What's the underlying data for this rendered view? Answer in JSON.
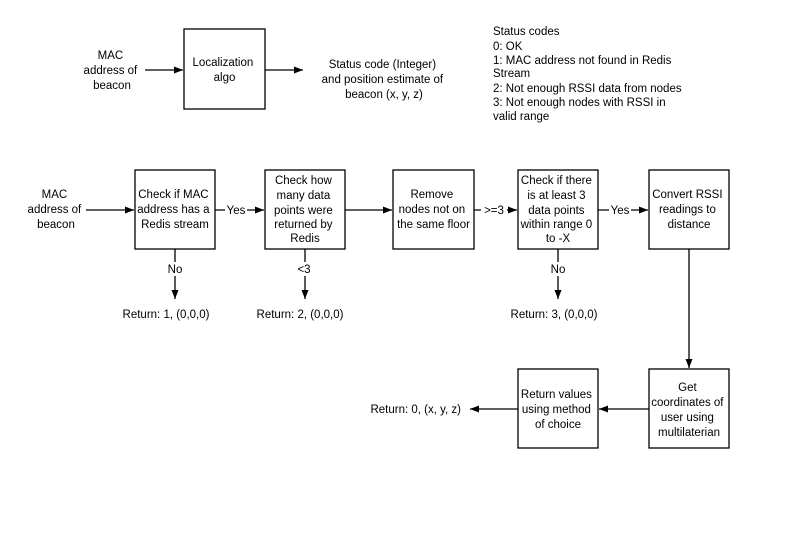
{
  "top_diagram": {
    "input_label": [
      "MAC",
      "address of",
      "beacon"
    ],
    "box_label": [
      "Localization",
      "algo"
    ],
    "output_label": [
      "Status code (Integer)",
      "and position estimate of",
      "beacon (x, y, z)"
    ]
  },
  "status_codes": {
    "lines": [
      "Status codes",
      "0: OK",
      "1: MAC address not found in Redis",
      "Stream",
      "2: Not enough RSSI data from nodes",
      "3: Not enough nodes with RSSI in",
      "valid range"
    ]
  },
  "flow": {
    "input_label": [
      "MAC",
      "address of",
      "beacon"
    ],
    "steps": {
      "check_mac": [
        "Check if MAC",
        "address has a",
        "Redis stream"
      ],
      "check_points": [
        "Check how",
        "many data",
        "points were",
        "returned by",
        "Redis"
      ],
      "remove_nodes": [
        "Remove",
        "nodes not on",
        "the same floor"
      ],
      "check_range": [
        "Check if there",
        "is at least 3",
        "data points",
        "within range 0",
        "to -X"
      ],
      "convert_rssi": [
        "Convert RSSI",
        "readings to",
        "distance"
      ],
      "get_coords": [
        "Get",
        "coordinates of",
        "user using",
        "multilaterian"
      ],
      "return_values": [
        "Return values",
        "using method",
        "of choice"
      ]
    },
    "edge_labels": {
      "yes_1": "Yes",
      "no_1": "No",
      "lt3": "<3",
      "ge3": ">=3",
      "yes_2": "Yes",
      "no_2": "No"
    },
    "returns": {
      "r1": "Return: 1, (0,0,0)",
      "r2": "Return: 2, (0,0,0)",
      "r3": "Return: 3, (0,0,0)",
      "r0": "Return: 0, (x, y, z)"
    }
  }
}
